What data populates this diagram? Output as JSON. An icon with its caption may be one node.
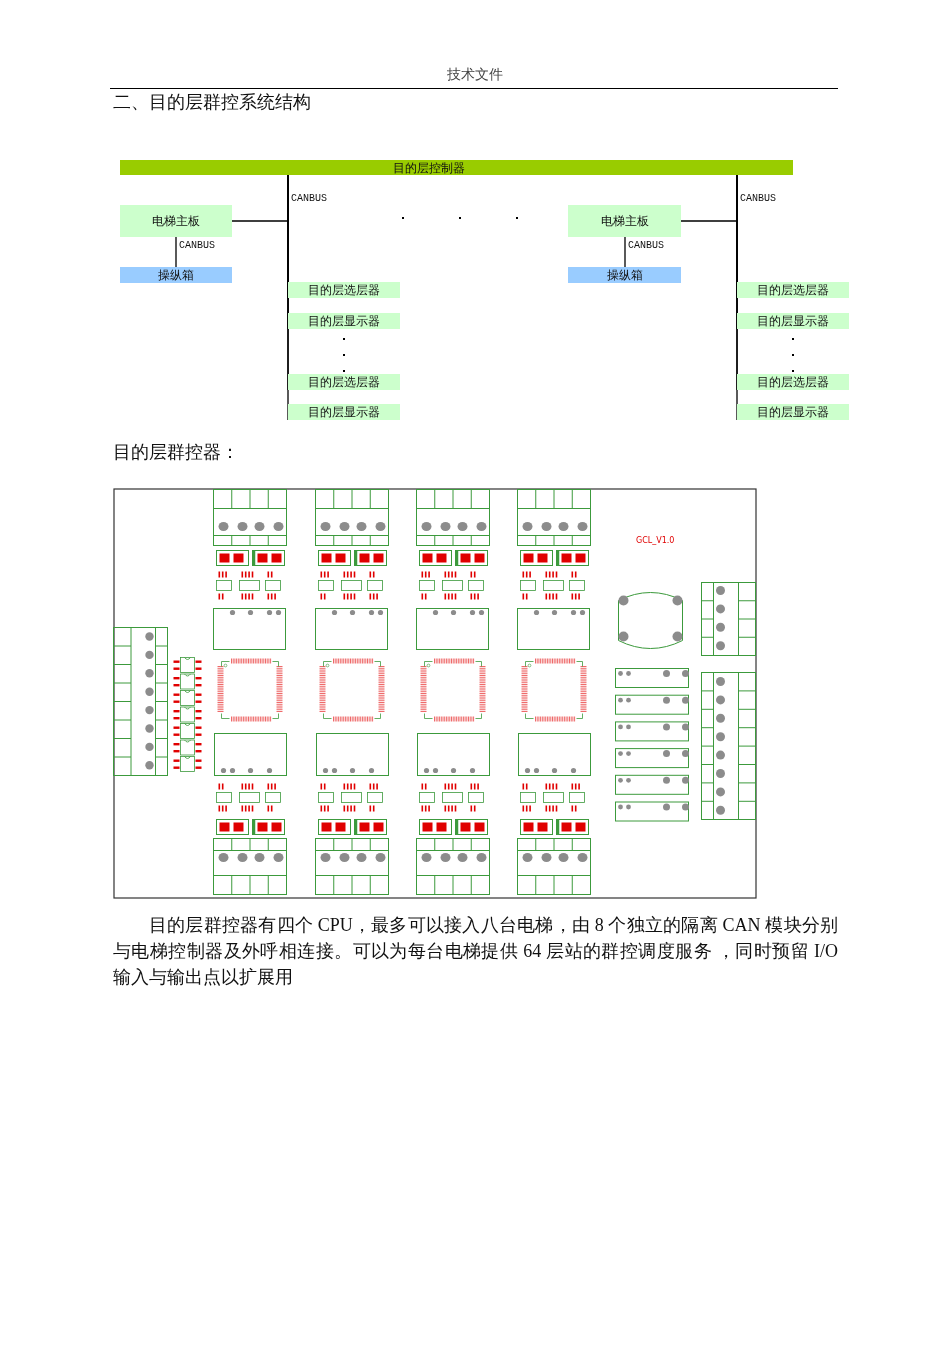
{
  "diagram": {
    "title": "二、目的层群控系统结构",
    "nodes": [
      {
        "text": [
          "目的层控制器"
        ]
      },
      {
        "text": [
          "电梯主板"
        ]
      },
      {
        "text": [
          "操纵箱"
        ]
      },
      {
        "text": [
          "目的层选层器"
        ]
      },
      {
        "text": [
          "目的层显示器"
        ]
      },
      {
        "text": [
          "目的层选层器"
        ]
      },
      {
        "text": [
          "目的层显示器"
        ]
      },
      {
        "text": [
          "电梯主板"
        ]
      },
      {
        "text": [
          "操纵箱"
        ]
      },
      {
        "text": [
          "目的层选层器"
        ]
      },
      {
        "text": [
          "目的层显示器"
        ]
      },
      {
        "text": [
          "目的层选层器"
        ]
      },
      {
        "text": [
          "目的层显示器"
        ]
      }
    ],
    "edges": [
      {
        "from": 0,
        "to": 1,
        "arrow": "none",
        "label": "CANBUS"
      },
      {
        "from": 1,
        "to": 2,
        "arrow": "none",
        "label": "CANBUS"
      },
      {
        "from": 0,
        "to": 3,
        "arrow": "none"
      },
      {
        "from": 0,
        "to": 4,
        "arrow": "none"
      },
      {
        "from": 0,
        "to": 5,
        "arrow": "none"
      },
      {
        "from": 0,
        "to": 6,
        "arrow": "none"
      },
      {
        "from": 0,
        "to": 7,
        "arrow": "none",
        "label": "CANBUS"
      },
      {
        "from": 7,
        "to": 8,
        "arrow": "none",
        "label": "CANBUS"
      },
      {
        "from": 0,
        "to": 9,
        "arrow": "none"
      },
      {
        "from": 0,
        "to": 10,
        "arrow": "none"
      },
      {
        "from": 0,
        "to": 11,
        "arrow": "none"
      },
      {
        "from": 0,
        "to": 12,
        "arrow": "none"
      }
    ],
    "labels": [
      "技术文件",
      "目的层群控器：",
      "GCL_V1.0",
      "目的层群控器有四个 CPU，最多可以接入八台电梯，由 8 个独立的隔离 CAN 模块分别与电梯控制器及外呼相连接。可以为每台电梯提供 64 层站的群控调度服务 ，同时预留 I/O 输入与输出点以扩展用"
    ]
  }
}
